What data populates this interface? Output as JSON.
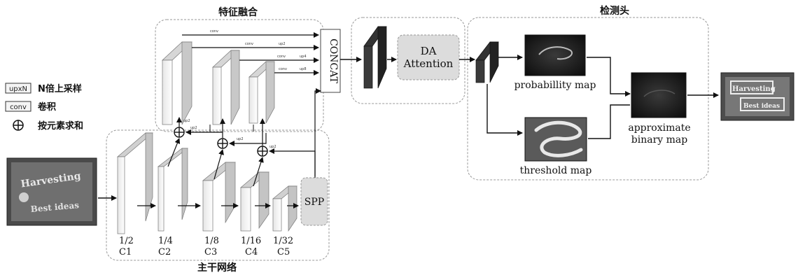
{
  "legend": {
    "upsample_tag": "upxN",
    "upsample_desc": "N倍上采样",
    "conv_tag": "conv",
    "conv_desc": "卷积",
    "add_desc": "按元素求和"
  },
  "sections": {
    "feature_fusion": "特征融合",
    "detection_head": "检测头",
    "backbone": "主干网络"
  },
  "blocks": {
    "concat": "CONCAT",
    "da_line1": "DA",
    "da_line2": "Attention",
    "spp": "SPP"
  },
  "stages": [
    {
      "scale": "1/2",
      "name": "C1"
    },
    {
      "scale": "1/4",
      "name": "C2"
    },
    {
      "scale": "1/8",
      "name": "C3"
    },
    {
      "scale": "1/16",
      "name": "C4"
    },
    {
      "scale": "1/32",
      "name": "C5"
    }
  ],
  "maps": {
    "probability": "probabillity map",
    "threshold": "threshold map",
    "approx_line1": "approximate",
    "approx_line2": "binary map"
  },
  "small_labels": {
    "conv": "conv",
    "up2": "up2",
    "up4": "up4",
    "up8": "up8"
  },
  "input_text": {
    "line1": "Harvesting",
    "line2": "Best ideas"
  }
}
